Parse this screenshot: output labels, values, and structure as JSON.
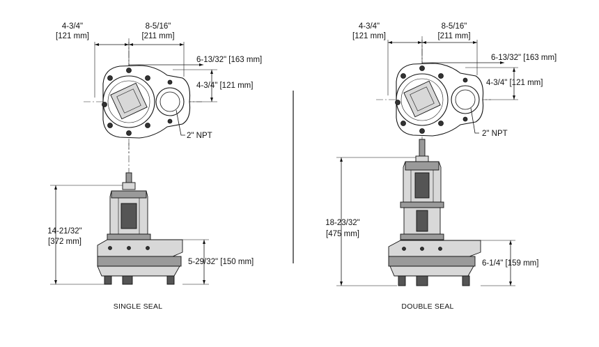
{
  "single": {
    "caption": "SINGLE SEAL",
    "dim_left_a": "4-3/4\"",
    "dim_left_b": "[121 mm]",
    "dim_top_a": "8-5/16\"",
    "dim_top_b": "[211 mm]",
    "dim_right_wide": "6-13/32\" [163 mm]",
    "dim_right_mid": "4-3/4\" [121 mm]",
    "npt": "2\" NPT",
    "height_a": "14-21/32\"",
    "height_b": "[372 mm]",
    "base_height": "5-29/32\" [150 mm]"
  },
  "double": {
    "caption": "DOUBLE SEAL",
    "dim_left_a": "4-3/4\"",
    "dim_left_b": "[121 mm]",
    "dim_top_a": "8-5/16\"",
    "dim_top_b": "[211 mm]",
    "dim_right_wide": "6-13/32\" [163 mm]",
    "dim_right_mid": "4-3/4\" [121 mm]",
    "npt": "2\" NPT",
    "height_a": "18-23/32\"",
    "height_b": "[475 mm]",
    "base_height": "6-1/4\" [159 mm]"
  }
}
